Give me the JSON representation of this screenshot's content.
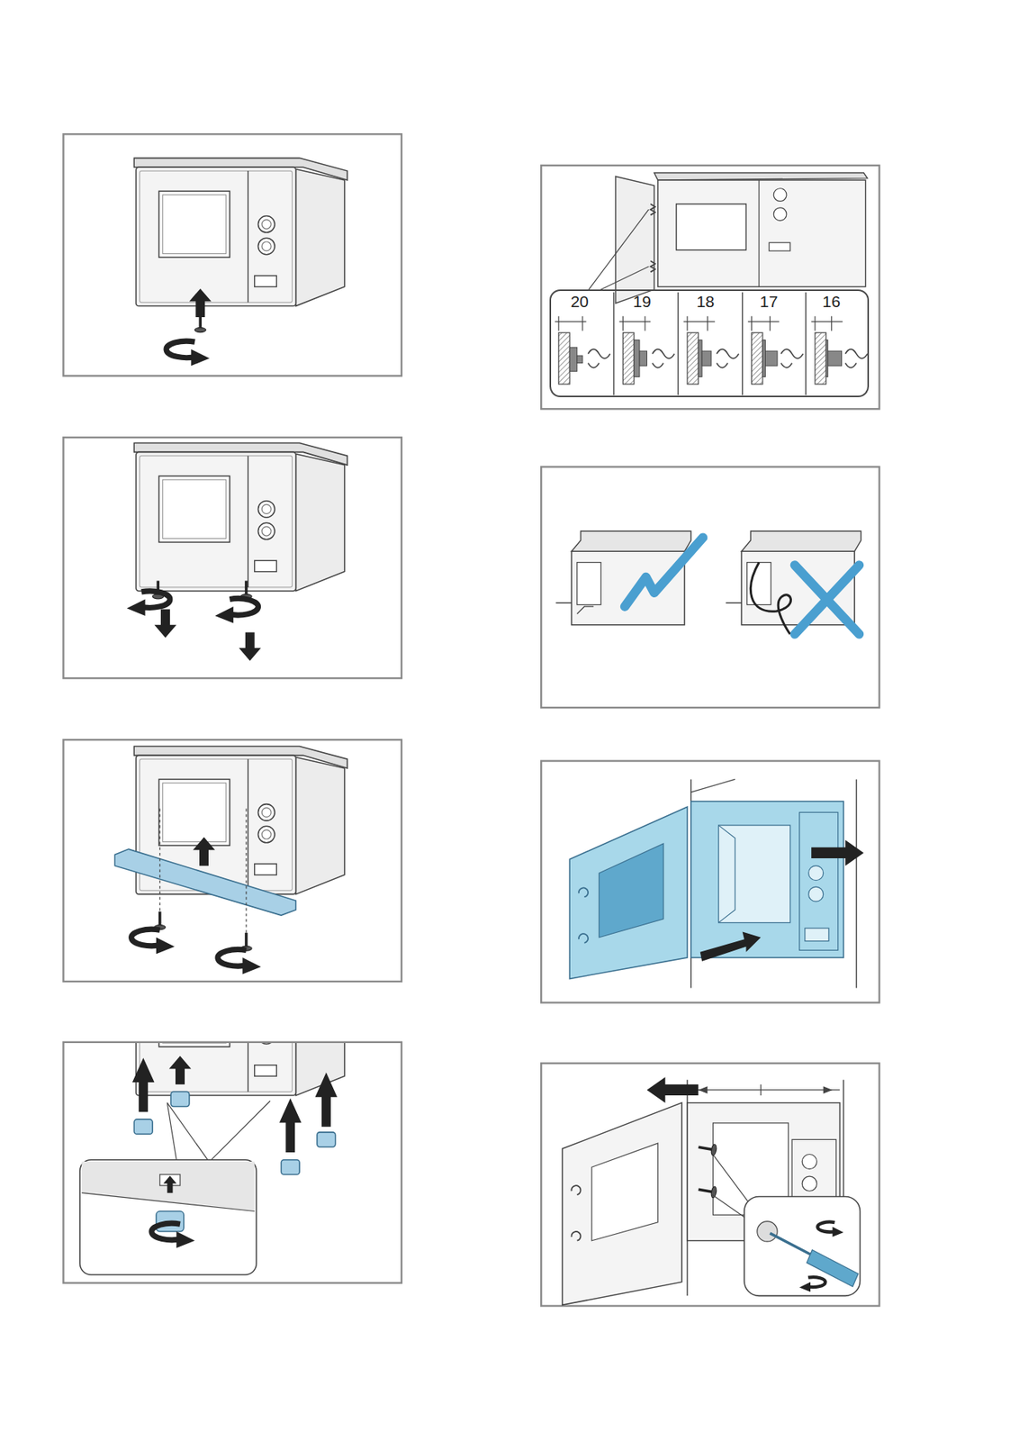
{
  "diagram": {
    "nodes": [
      {
        "text": [
          "20",
          "19",
          "18",
          "17",
          "16"
        ]
      }
    ]
  }
}
